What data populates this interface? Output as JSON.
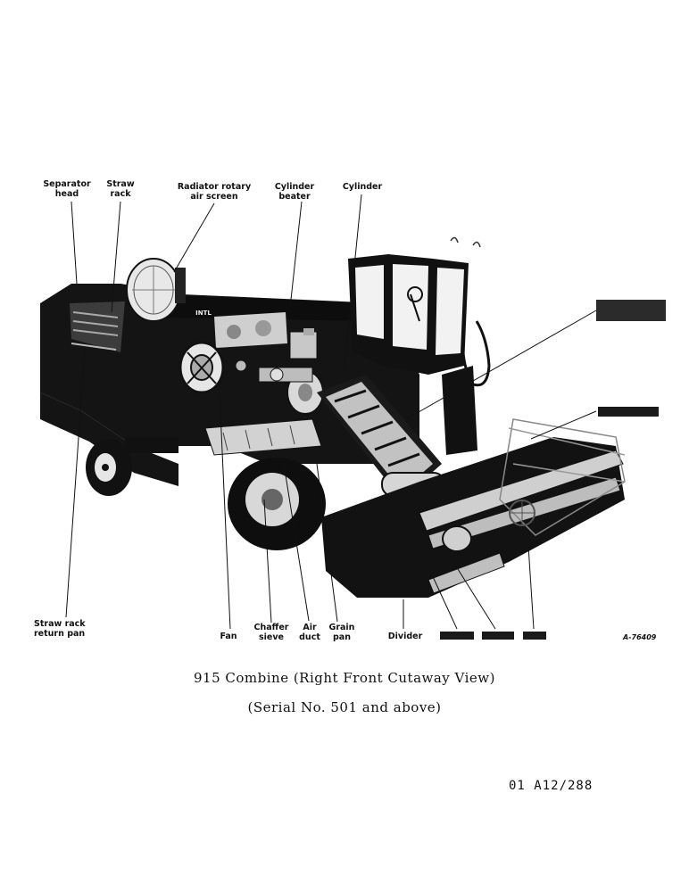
{
  "figure": {
    "labels": {
      "separator_head": [
        "Separator",
        "head"
      ],
      "straw_rack": [
        "Straw",
        "rack"
      ],
      "radiator_screen": [
        "Radiator rotary",
        "air screen"
      ],
      "cylinder_beater": [
        "Cylinder",
        "beater"
      ],
      "cylinder": "Cylinder",
      "straw_rack_return_pan": [
        "Straw rack",
        "return pan"
      ],
      "fan": "Fan",
      "chaffer_sieve": [
        "Chaffer",
        "sieve"
      ],
      "air_duct": [
        "Air",
        "duct"
      ],
      "grain_pan": [
        "Grain",
        "pan"
      ],
      "divider": "Divider"
    },
    "machine_badge": "INTL",
    "drawing_number": "A-76409"
  },
  "caption": {
    "title": "915 Combine (Right Front Cutaway View)",
    "serial": "(Serial No. 501 and above)"
  },
  "page_code": "01 A12/288"
}
